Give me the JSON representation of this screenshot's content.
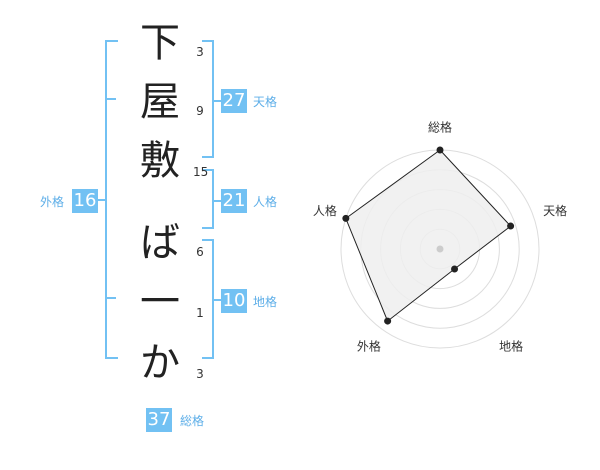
{
  "name": {
    "chars": [
      "下",
      "屋",
      "敷",
      "ば",
      "一",
      "か"
    ],
    "strokes": [
      "3",
      "9",
      "15",
      "6",
      "1",
      "3"
    ]
  },
  "fortunes": {
    "tenkaku": {
      "value": "27",
      "label": "天格"
    },
    "jinkaku": {
      "value": "21",
      "label": "人格"
    },
    "chikaku": {
      "value": "10",
      "label": "地格"
    },
    "gaikaku": {
      "value": "16",
      "label": "外格"
    },
    "soukaku": {
      "value": "37",
      "label": "総格"
    }
  },
  "radar": {
    "axes": [
      "総格",
      "天格",
      "地格",
      "外格",
      "人格"
    ],
    "scores": [
      1.0,
      0.75,
      0.25,
      0.9,
      1.0
    ],
    "max": 1,
    "rings": 5,
    "fill_color": "#eeeeee",
    "line_color": "#222222",
    "ring_color": "#dddddd"
  },
  "colors": {
    "accent": "#72c1f3",
    "bracket": "#72c1f3",
    "label": "#5daee8"
  }
}
